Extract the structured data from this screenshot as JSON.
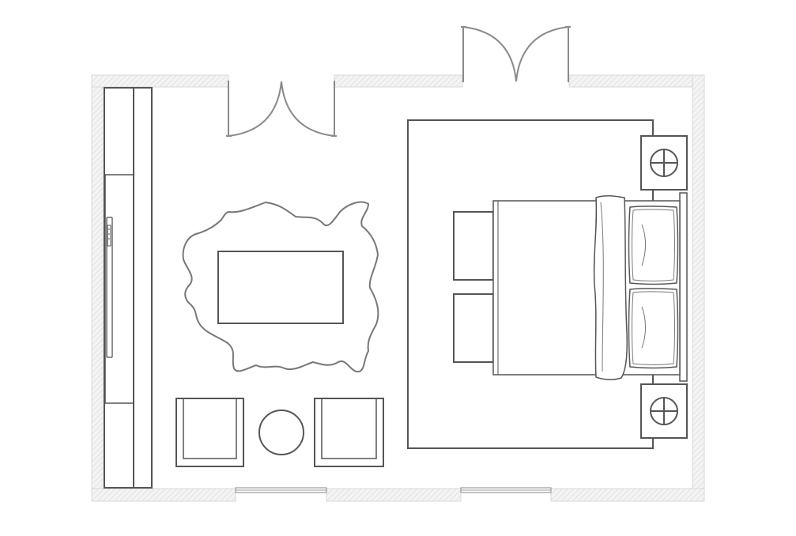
{
  "plan": {
    "type": "bedroom floor plan",
    "elements": [
      "exterior-walls",
      "wardrobe-wall-unit",
      "double-door-left",
      "double-door-right",
      "sheepskin-rug",
      "coffee-table",
      "armchair-left",
      "round-side-table",
      "armchair-right",
      "bedroom-area-rug",
      "bed",
      "pillows",
      "bench-stools",
      "nightstand-lamps",
      "windows"
    ],
    "colors": {
      "line": "#555555",
      "wall_hatch": "#cfcfcf",
      "door_line": "#8a8a8a",
      "background": "#ffffff"
    }
  }
}
